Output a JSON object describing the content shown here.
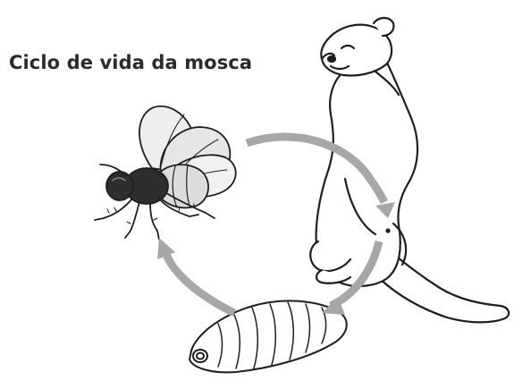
{
  "title": "Ciclo de vida da mosca",
  "stages": [
    {
      "id": "fly",
      "icon": "fly-icon"
    },
    {
      "id": "host",
      "icon": "ferret-icon"
    },
    {
      "id": "larva",
      "icon": "larva-icon"
    }
  ],
  "colors": {
    "arrow": "#a7a7a7",
    "line": "#1e1e1e",
    "fly_body": "#2e2e2e",
    "wing": "#e8e8e8",
    "background": "#ffffff"
  }
}
